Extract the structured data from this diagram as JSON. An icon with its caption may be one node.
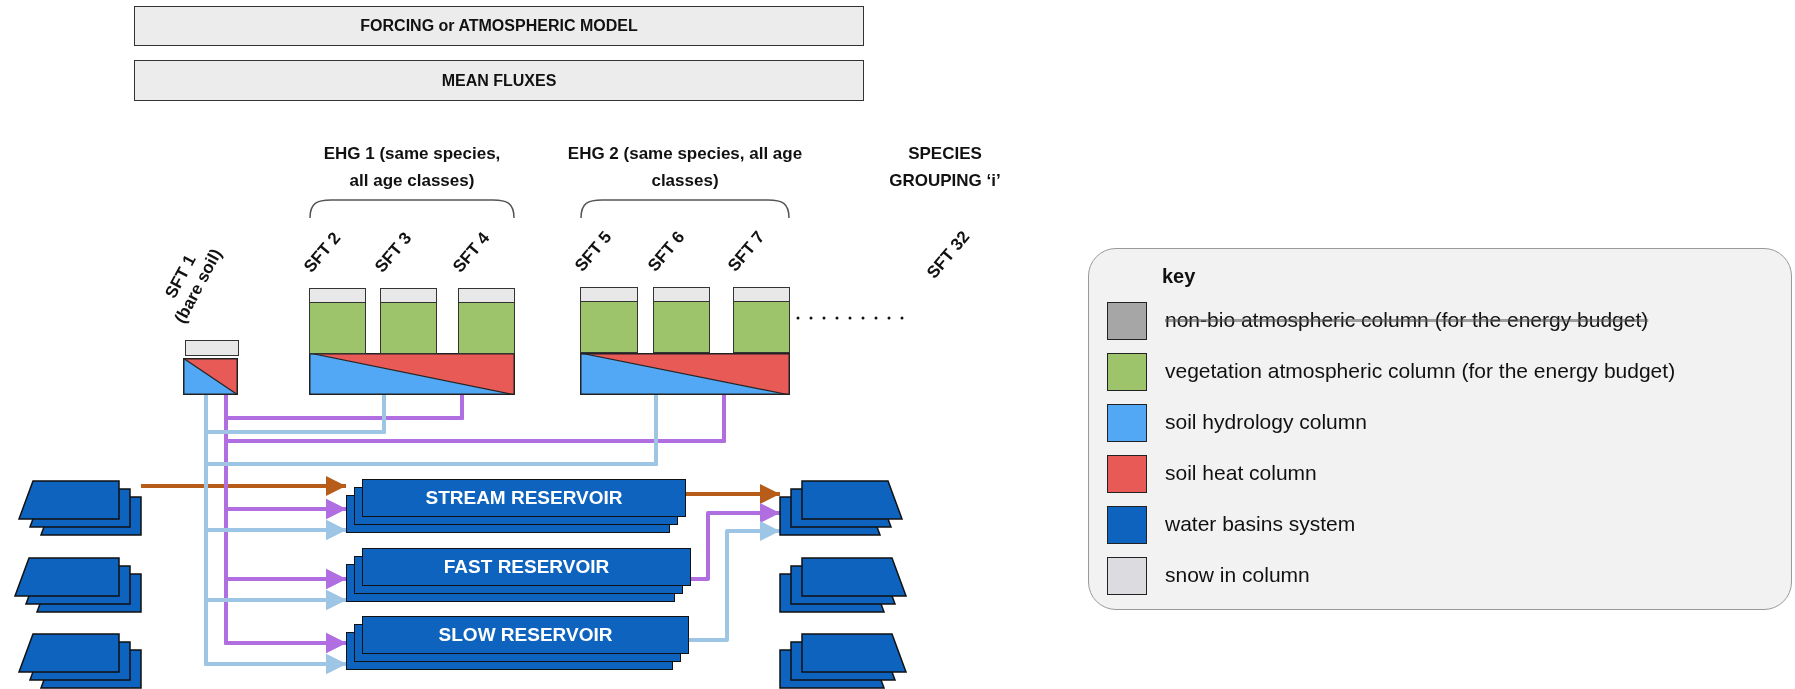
{
  "diagram": {
    "nodes": [
      {
        "text": [
          "FORCING or ATMOSPHERIC MODEL"
        ]
      },
      {
        "text": [
          "MEAN FLUXES"
        ]
      },
      {
        "text": [
          "SFT 1 (bare soil)"
        ]
      },
      {
        "text": [
          "EHG 1 (same species, all age classes)"
        ]
      },
      {
        "text": [
          "SFT 2"
        ],
        "in": 3
      },
      {
        "text": [
          "SFT 3"
        ],
        "in": 3
      },
      {
        "text": [
          "SFT 4"
        ],
        "in": 3
      },
      {
        "text": [
          "EHG 2 (same species, all age classes)"
        ]
      },
      {
        "text": [
          "SFT 5"
        ],
        "in": 7
      },
      {
        "text": [
          "SFT 6"
        ],
        "in": 7
      },
      {
        "text": [
          "SFT 7"
        ],
        "in": 7
      },
      {
        "text": [
          "STREAM RESERVOIR"
        ]
      },
      {
        "text": [
          "FAST RESERVOIR"
        ]
      },
      {
        "text": [
          "SLOW RESERVOIR"
        ]
      },
      {
        "text": [],
        "shape": "parallelogram"
      },
      {
        "text": [],
        "shape": "parallelogram"
      },
      {
        "text": [],
        "shape": "parallelogram"
      },
      {
        "text": [],
        "shape": "parallelogram"
      },
      {
        "text": [],
        "shape": "parallelogram"
      },
      {
        "text": [],
        "shape": "parallelogram"
      }
    ],
    "edges": [
      {
        "from": 14,
        "to": 11,
        "arrow": "to",
        "color": "#b85c1a"
      },
      {
        "from": 11,
        "to": 17,
        "arrow": "to",
        "color": "#b85c1a"
      },
      {
        "from": 2,
        "to": 11,
        "arrow": "to",
        "color": "#b06ee0"
      },
      {
        "from": 2,
        "to": 12,
        "arrow": "to",
        "color": "#b06ee0"
      },
      {
        "from": 2,
        "to": 13,
        "arrow": "to",
        "color": "#b06ee0"
      },
      {
        "from": 3,
        "to": 11,
        "arrow": "to",
        "color": "#b06ee0"
      },
      {
        "from": 3,
        "to": 12,
        "arrow": "to",
        "color": "#b06ee0"
      },
      {
        "from": 3,
        "to": 13,
        "arrow": "to",
        "color": "#b06ee0"
      },
      {
        "from": 7,
        "to": 11,
        "arrow": "to",
        "color": "#b06ee0"
      },
      {
        "from": 7,
        "to": 12,
        "arrow": "to",
        "color": "#b06ee0"
      },
      {
        "from": 7,
        "to": 13,
        "arrow": "to",
        "color": "#b06ee0"
      },
      {
        "from": 2,
        "to": 11,
        "arrow": "to",
        "color": "#9dc6e6"
      },
      {
        "from": 2,
        "to": 12,
        "arrow": "to",
        "color": "#9dc6e6"
      },
      {
        "from": 2,
        "to": 13,
        "arrow": "to",
        "color": "#9dc6e6"
      },
      {
        "from": 3,
        "to": 11,
        "arrow": "to",
        "color": "#9dc6e6"
      },
      {
        "from": 3,
        "to": 12,
        "arrow": "to",
        "color": "#9dc6e6"
      },
      {
        "from": 3,
        "to": 13,
        "arrow": "to",
        "color": "#9dc6e6"
      },
      {
        "from": 7,
        "to": 11,
        "arrow": "to",
        "color": "#9dc6e6"
      },
      {
        "from": 7,
        "to": 12,
        "arrow": "to",
        "color": "#9dc6e6"
      },
      {
        "from": 7,
        "to": 13,
        "arrow": "to",
        "color": "#9dc6e6"
      },
      {
        "from": 12,
        "to": 17,
        "arrow": "to",
        "color": "#b06ee0"
      },
      {
        "from": 13,
        "to": 17,
        "arrow": "to",
        "color": "#9dc6e6"
      }
    ],
    "labels": [
      "SPECIES GROUPING ‘i’",
      "SFT 32",
      "key"
    ],
    "legend": [
      {
        "text": "non-bio atmospheric column (for the energy budget)",
        "color": "#a6a6a6"
      },
      {
        "text": "vegetation atmospheric column (for the energy budget)",
        "color": "#9dc46a"
      },
      {
        "text": "soil hydrology column",
        "color": "#52a8f5"
      },
      {
        "text": "soil heat column",
        "color": "#e85a55"
      },
      {
        "text": "water basins system",
        "color": "#0e63be"
      },
      {
        "text": "snow in column",
        "color": "#dcdce0"
      }
    ]
  }
}
